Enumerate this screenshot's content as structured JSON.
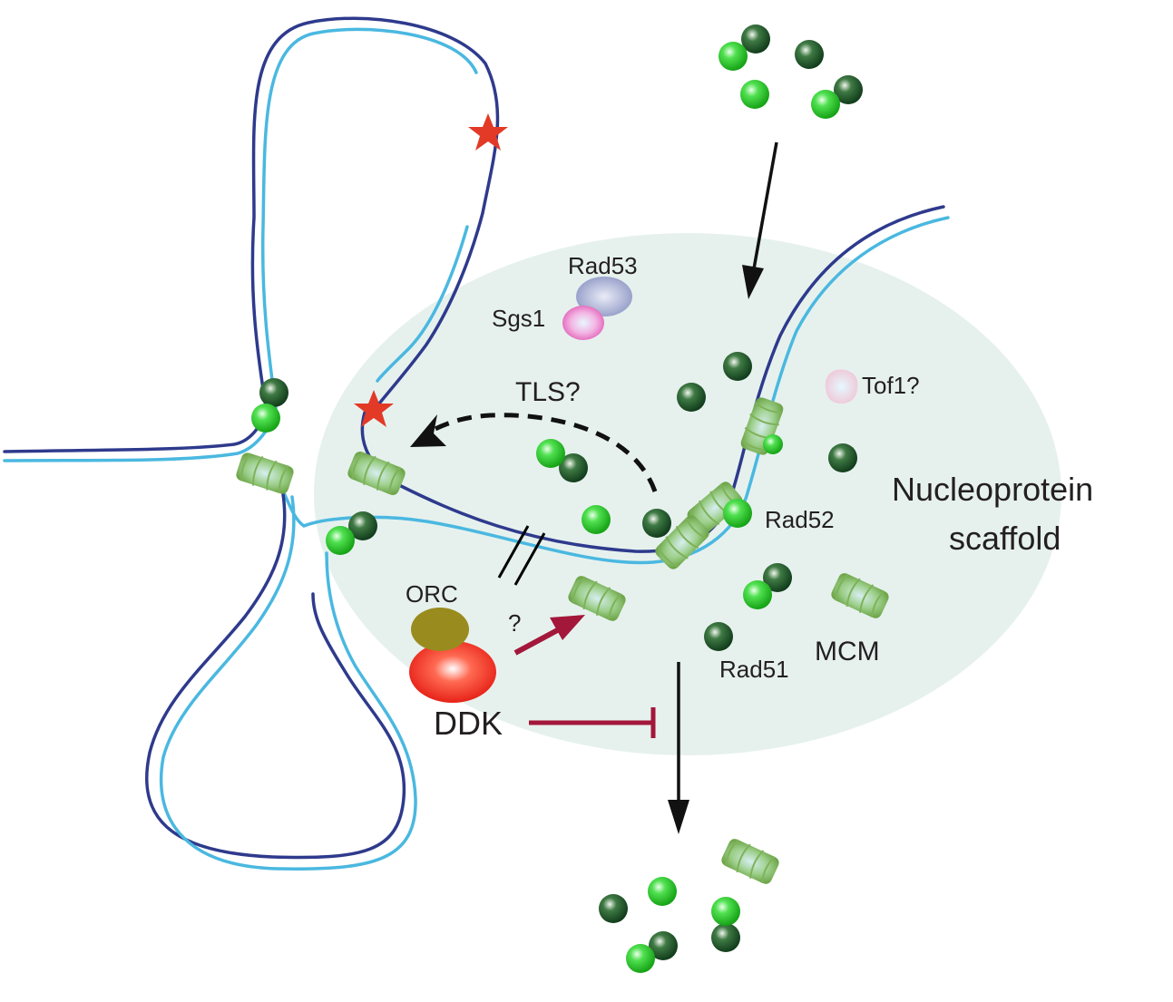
{
  "labels": {
    "rad53": "Rad53",
    "sgs1": "Sgs1",
    "tls": "TLS?",
    "tof1": "Tof1?",
    "nucleoprotein_line1": "Nucleoprotein",
    "nucleoprotein_line2": "scaffold",
    "rad52": "Rad52",
    "orc": "ORC",
    "question": "?",
    "ddk": "DDK",
    "rad51": "Rad51",
    "mcm": "MCM"
  },
  "colors": {
    "dna_dark": "#2e3a8c",
    "dna_light": "#4ab8e0",
    "scaffold_fill": "#e6f1ee",
    "rad52_green": "#22c422",
    "rad51_dark_green": "#1e5a2a",
    "mcm_green": "#8dbf5a",
    "ddk_red": "#e8251c",
    "orc_olive": "#9a8b1e",
    "arrow_crimson": "#a3173a",
    "damage_star": "#e23a26",
    "rad53_lavender": "#8e97c4",
    "sgs1_pink": "#e455b8",
    "tof1_pink": "#efc7d4"
  },
  "legend_icons": [
    "rad52-icon",
    "rad51-icon",
    "mcm-hexamer-icon",
    "damage-star-icon"
  ]
}
